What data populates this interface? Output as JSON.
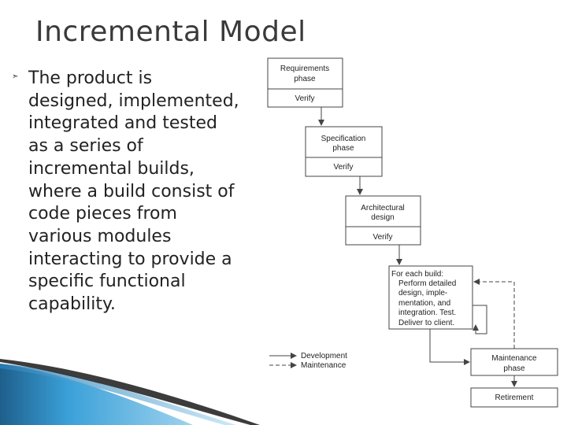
{
  "slide": {
    "title": "Incremental Model",
    "bullet_lines": [
      "The product is",
      "designed, implemented,",
      "integrated and tested",
      "as a series of",
      "incremental builds,",
      "where a build consist of",
      "code pieces from",
      "various modules",
      "interacting to provide a",
      "specific functional",
      "capability."
    ]
  },
  "diagram": {
    "phases": [
      {
        "name_lines": [
          "Requirements",
          "phase"
        ],
        "verify": "Verify"
      },
      {
        "name_lines": [
          "Specification",
          "phase"
        ],
        "verify": "Verify"
      },
      {
        "name_lines": [
          "Architectural",
          "design"
        ],
        "verify": "Verify"
      }
    ],
    "build_box_lines": [
      "For each build:",
      "Perform detailed",
      "design, imple-",
      "mentation, and",
      "integration. Test.",
      "Deliver to client."
    ],
    "maintenance_lines": [
      "Maintenance",
      "phase"
    ],
    "retirement": "Retirement",
    "legend": {
      "development": "Development",
      "maintenance": "Maintenance"
    }
  },
  "colors": {
    "title": "#3a3a3a",
    "text": "#222222",
    "diagram_line": "#444444",
    "accent_blue_dark": "#1e5f8c",
    "accent_blue_light": "#3aa0d8"
  }
}
